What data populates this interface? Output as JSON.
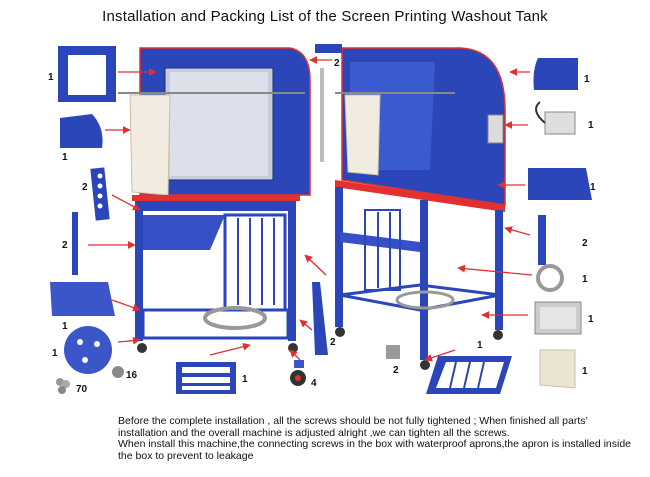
{
  "title": "Installation and Packing List of the  Screen Printing Washout Tank",
  "parts": {
    "frame_panel": "1",
    "wing_panel_left": "1",
    "bracket_bar": "2",
    "side_bracket": "2",
    "bottom_tray_left": "1",
    "round_plate": "1",
    "screws": "70",
    "nuts": "16",
    "top_rail": "2",
    "caster": "4",
    "bottom_grate": "1",
    "side_support": "2",
    "hinge": "2",
    "right_grate": "1",
    "wing_panel_right": "1",
    "lamp_switch": "1",
    "shelf_tray": "1",
    "handle_bracket": "2",
    "hose": "1",
    "filter_tray": "1",
    "apron": "1"
  },
  "notes": {
    "line1": "Before the complete installation , all the screws should be not fully tightened ; When finished all parts’ installation and the overall machine is adjusted alright ,we can tighten all the screws.",
    "line2": "When install this machine,the connecting screws in the box with waterproof aprons,the apron is installed inside the box to prevent to leakage"
  },
  "colors": {
    "machine_blue": "#2a46b8",
    "accent_red": "#e03030",
    "panel_blue_light": "#4a6ad8",
    "window_grey": "#c8ccd8"
  }
}
